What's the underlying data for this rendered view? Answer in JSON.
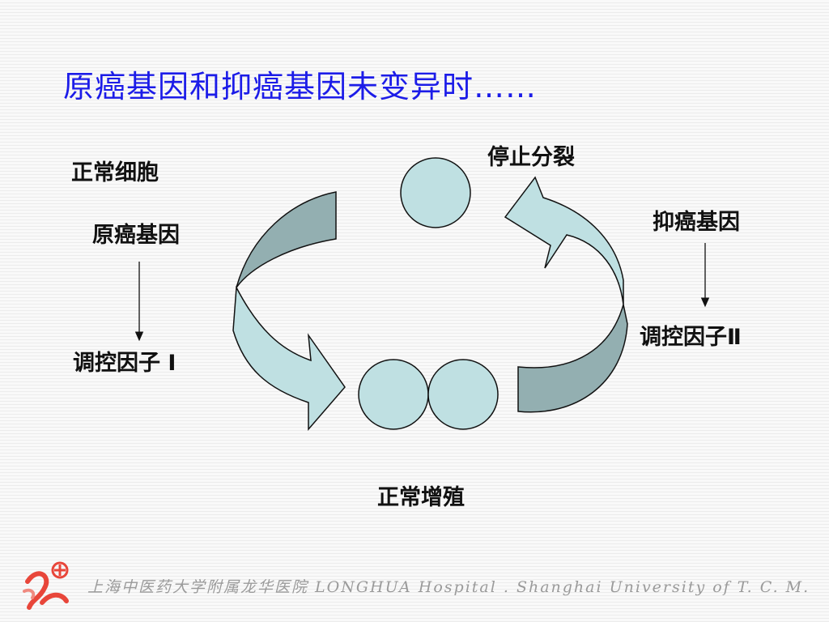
{
  "slide": {
    "title": "原癌基因和抑癌基因未变异时……",
    "labels": {
      "normal_cell": "正常细胞",
      "proto_oncogene": "原癌基因",
      "regulator_1": "调控因子 I",
      "stop_division": "停止分裂",
      "tumor_suppressor": "抑癌基因",
      "regulator_2": "调控因子Ⅱ",
      "normal_proliferation": "正常增殖"
    },
    "footer": {
      "institution_text": "上海中医药大学附属龙华医院  LONGHUA Hospital . Shanghai University of T. C. M.",
      "logo_name": "longhua-hospital-logo"
    },
    "colors": {
      "title": "#1c1ce8",
      "cell_fill": "#bfe0e2",
      "arrow_light": "#bfe0e2",
      "arrow_dark": "#93afb1",
      "logo_red": "#e8463a"
    }
  }
}
